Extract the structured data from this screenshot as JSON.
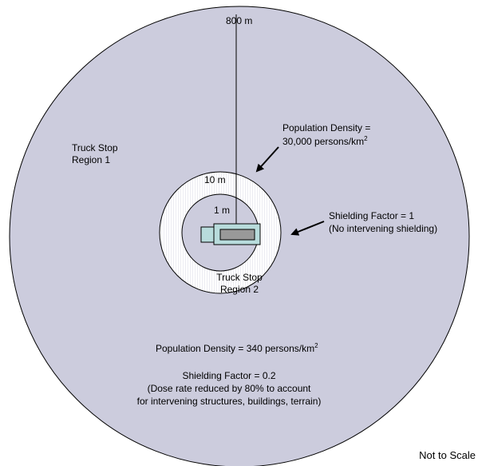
{
  "diagram": {
    "colors": {
      "outer_region": "#ccccdd",
      "inner_ring": "#ffffff",
      "core": "#ccccdd",
      "truck_cab": "#b8dcdc",
      "truck_trailer": "#b8dcdc",
      "trailer_inner": "#999999",
      "line": "#000000"
    },
    "labels": {
      "radius_800": "800 m",
      "radius_10": "10 m",
      "radius_1": "1 m",
      "region1_line1": "Truck Stop",
      "region1_line2": "Region 1",
      "region2_line1": "Truck Stop",
      "region2_line2": "Region 2",
      "pop_density_inner_line1": "Population Density =",
      "pop_density_inner_line2": "30,000 persons/km",
      "pop_density_inner_sup": "2",
      "shield_inner_line1": "Shielding Factor = 1",
      "shield_inner_line2": "(No intervening shielding)",
      "pop_density_outer": "Population Density = 340 persons/km",
      "pop_density_outer_sup": "2",
      "shield_outer_line1": "Shielding Factor = 0.2",
      "shield_outer_line2": "(Dose rate reduced by 80% to account",
      "shield_outer_line3": "for intervening structures, buildings, terrain)",
      "not_to_scale": "Not to Scale"
    }
  }
}
